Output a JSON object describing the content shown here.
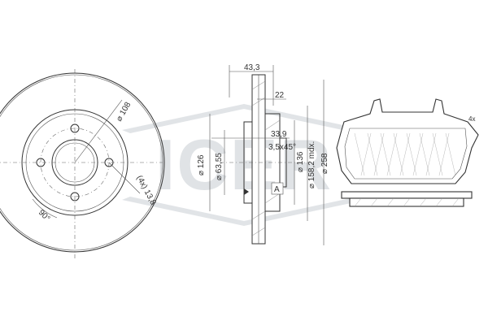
{
  "watermark": {
    "brand": "ICER",
    "color": "#c8cdd3"
  },
  "dimensions": {
    "width_total": "43,3",
    "width_inner": "22",
    "hat_depth": "33,9",
    "chamfer": "3,5x45°",
    "pcd": "108",
    "bolt_holes": "(4x) 13,8",
    "angle": "90°",
    "hub_bore": "63,55",
    "hub_dia": "126",
    "inner_dia": "136",
    "min_dia": "158,2 mdx.",
    "outer_dia": "258",
    "datum": "A"
  },
  "pad_count": "4x"
}
